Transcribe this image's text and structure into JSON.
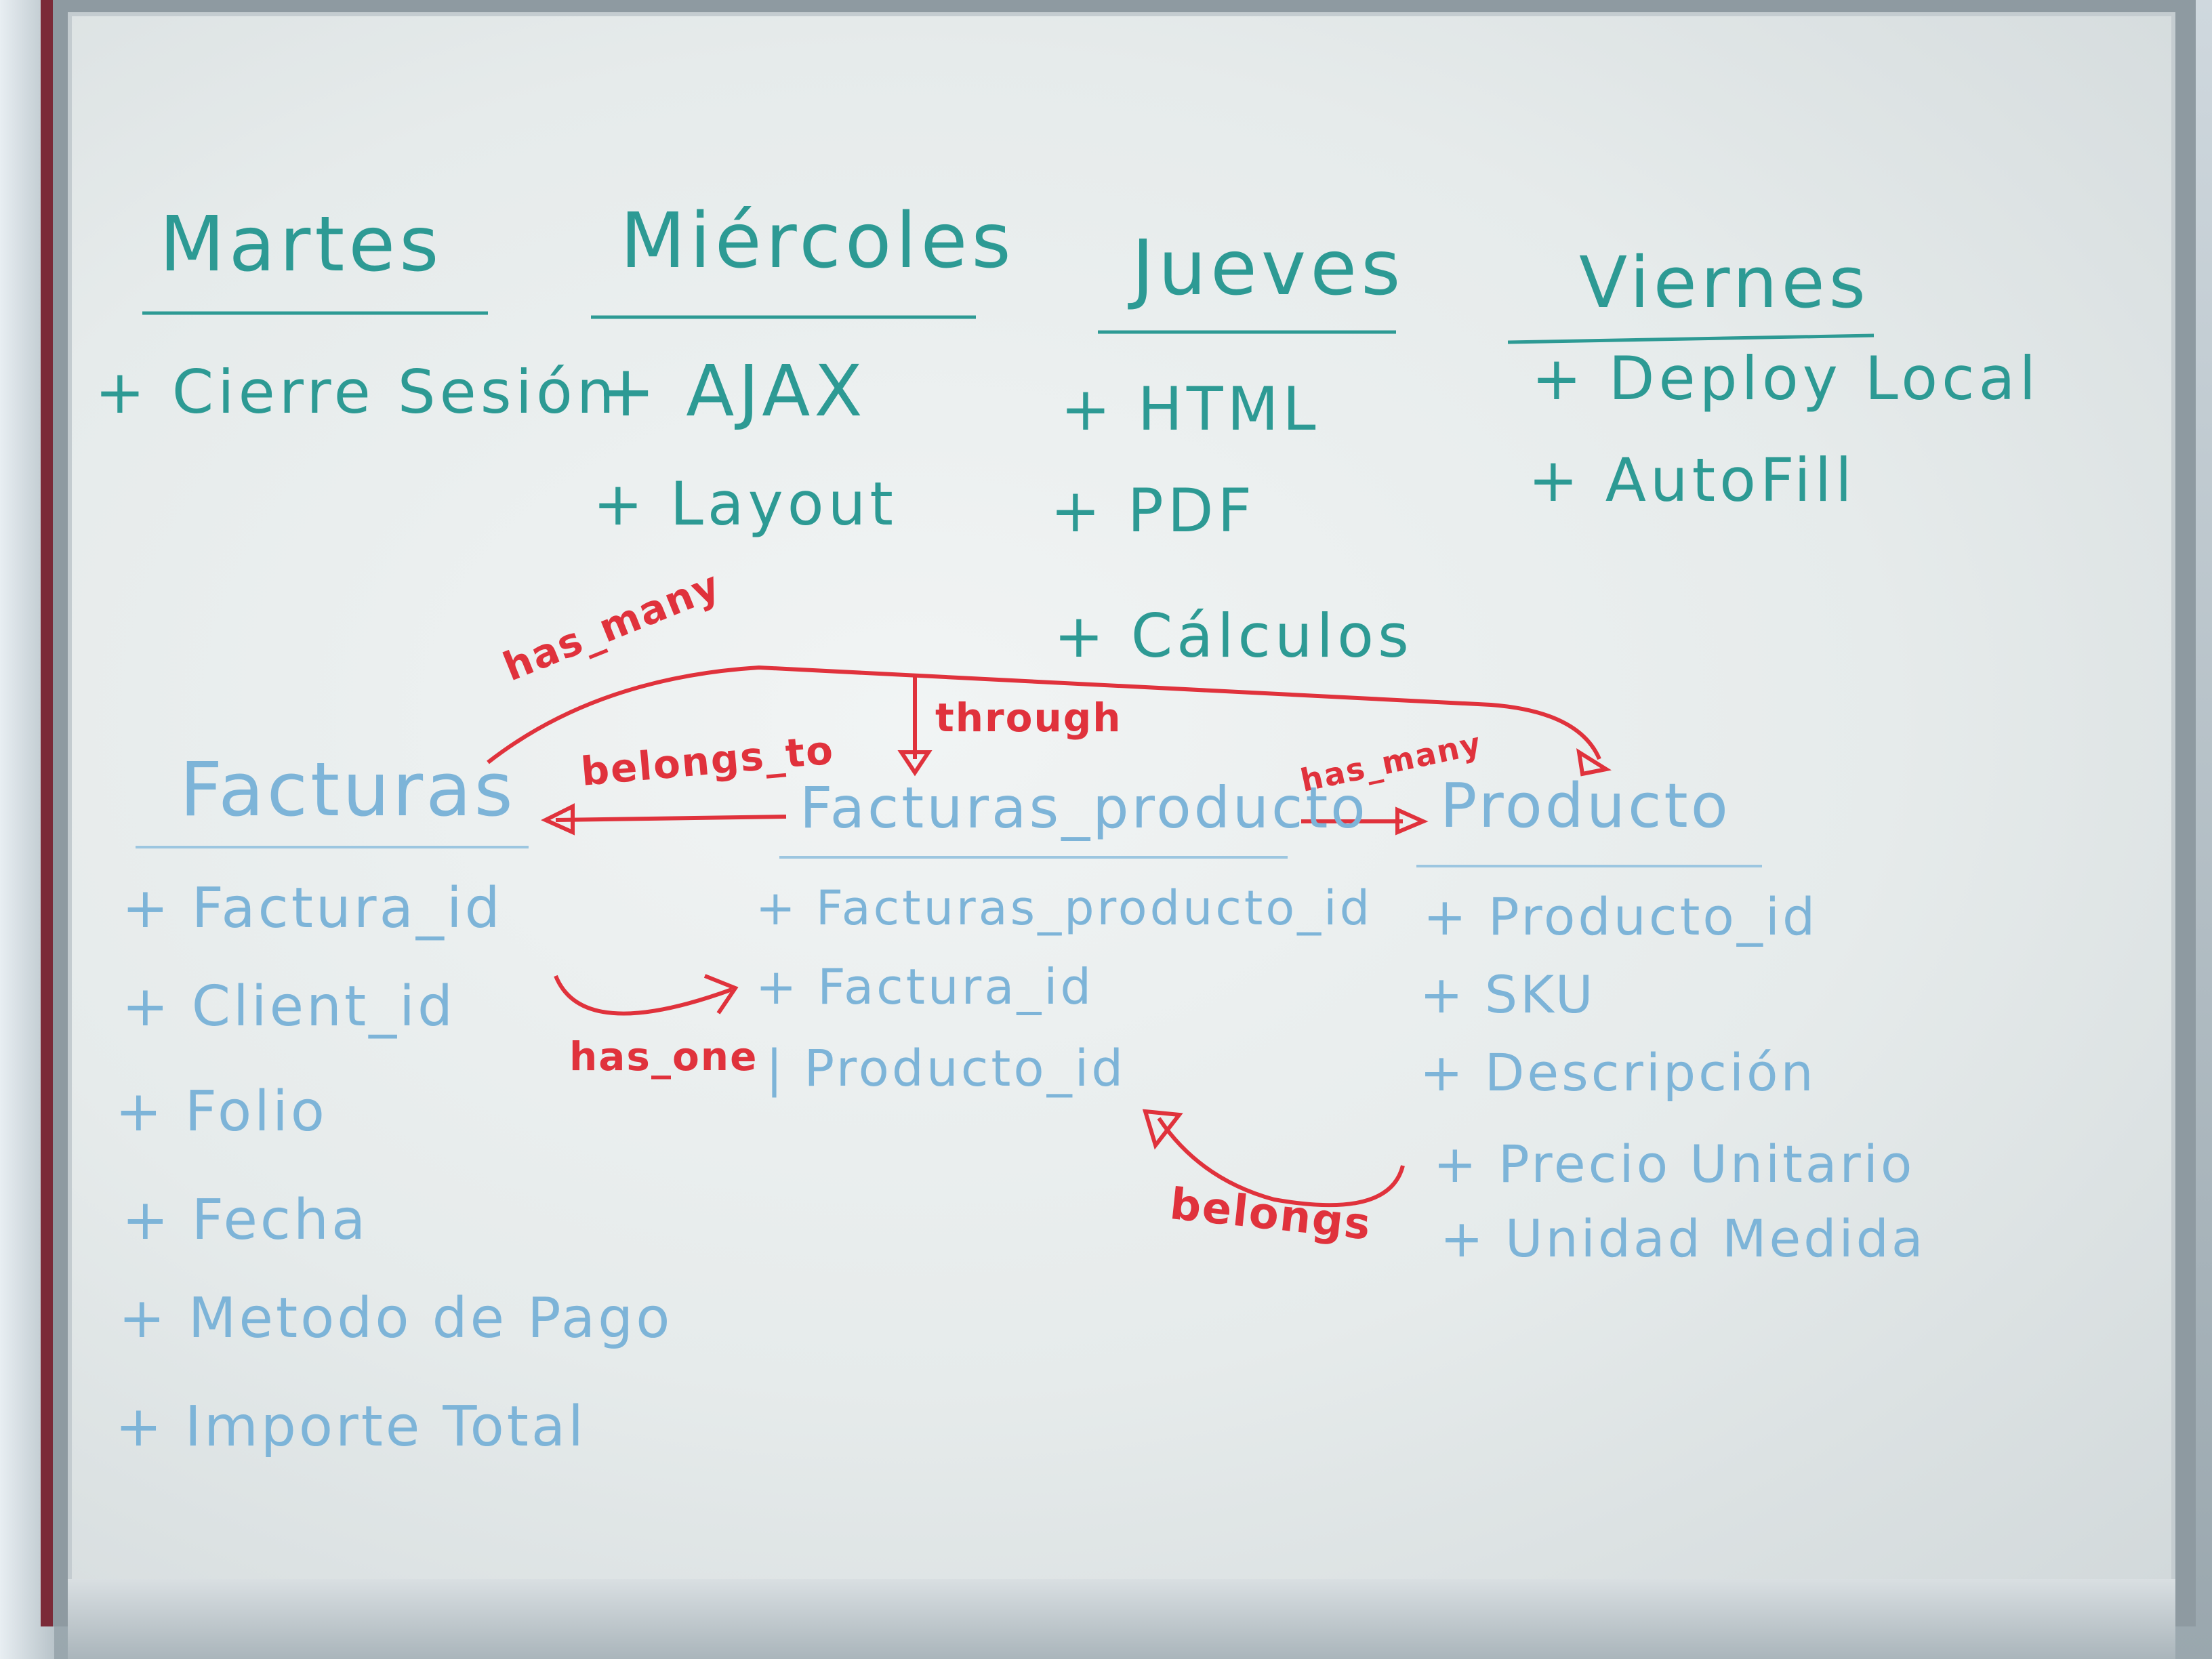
{
  "colors": {
    "teal_marker": "#2d9a94",
    "blue_marker": "#7db4d8",
    "red_marker": "#e0323c",
    "board": "#eef2f2"
  },
  "schedule": {
    "days": [
      {
        "name": "Martes",
        "items": [
          "+ Cierre Sesión"
        ]
      },
      {
        "name": "Miércoles",
        "items": [
          "+ AJAX",
          "+ Layout"
        ]
      },
      {
        "name": "Jueves",
        "items": [
          "+ HTML",
          "+ PDF",
          "+ Cálculos"
        ]
      },
      {
        "name": "Viernes",
        "items": [
          "+ Deploy Local",
          "+ AutoFill"
        ]
      }
    ]
  },
  "tables": {
    "facturas": {
      "name": "Facturas",
      "fields": [
        "+ Factura_id",
        "+ Client_id",
        "+ Folio",
        "+ Fecha",
        "+ Metodo de Pago",
        "+ Importe Total"
      ]
    },
    "facturas_producto": {
      "name": "Facturas_producto",
      "fields": [
        "+ Facturas_producto_id",
        "+ Factura_id",
        "| Producto_id"
      ]
    },
    "producto": {
      "name": "Producto",
      "fields": [
        "+ Producto_id",
        "+ SKU",
        "+ Descripción",
        "+ Precio Unitario",
        "+ Unidad Medida"
      ]
    }
  },
  "relations": {
    "has_many_top": "has_many",
    "through": "through",
    "belongs_to": "belongs_to",
    "has_many_right": "has_many",
    "has_one": "has_one",
    "belongs": "belongs"
  }
}
